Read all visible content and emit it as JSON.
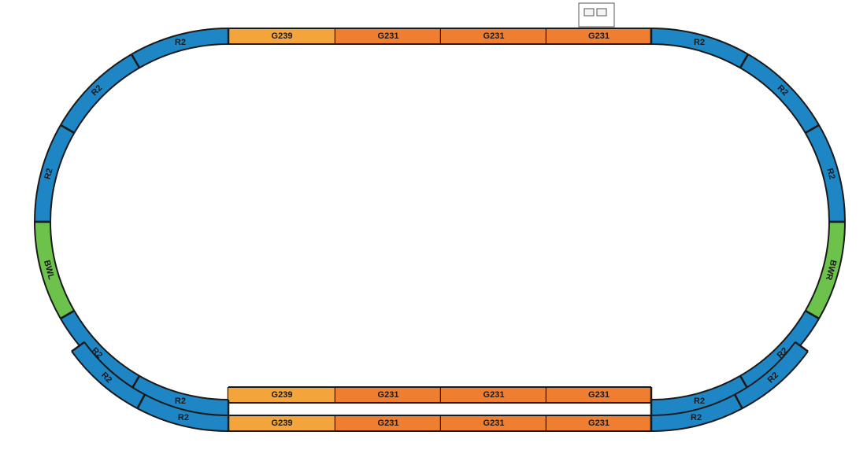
{
  "colors": {
    "curve": "#1f86c6",
    "straight_short": "#f3a43b",
    "straight_long": "#ef7e30",
    "switch": "#6cc24a",
    "outline": "#1a1a1a",
    "bumper": "#ffffff"
  },
  "outer_loop": {
    "top": [
      "G239",
      "G231",
      "G231",
      "G231"
    ],
    "right_curves": [
      "R2",
      "R2",
      "R2"
    ],
    "right_switch": "BWR",
    "right_after_switch": [
      "R2",
      "R2"
    ],
    "bottom": [
      "G239",
      "G231",
      "G231",
      "G231"
    ],
    "left_after_switch": [
      "R2",
      "R2"
    ],
    "left_switch": "BWL",
    "left_curves": [
      "R2",
      "R2",
      "R2"
    ]
  },
  "siding": {
    "right_curves": [
      "R2",
      "R2"
    ],
    "bottom": [
      "G239",
      "G231",
      "G231",
      "G231"
    ],
    "left_curves": [
      "R2",
      "R2"
    ]
  },
  "buffer_stop": {
    "icon": "buffer-stop-icon"
  }
}
